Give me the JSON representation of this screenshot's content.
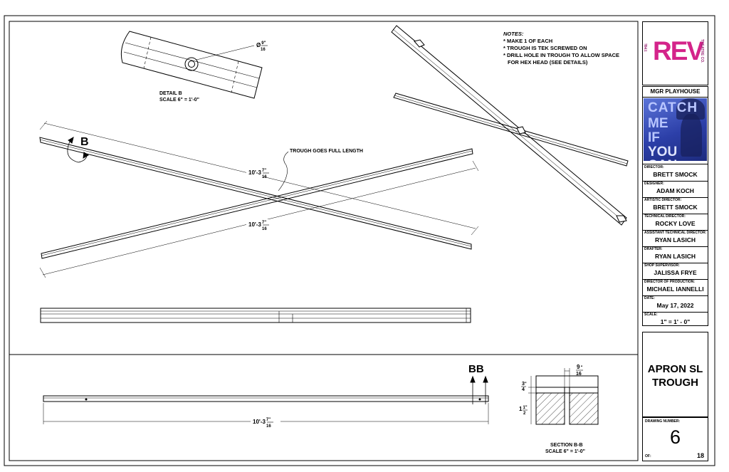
{
  "notes": {
    "heading": "NOTES:",
    "lines": [
      "* MAKE 1 OF EACH",
      "* TROUGH IS TEK SCREWED ON",
      "* DRILL HOLE IN TROUGH TO ALLOW SPACE",
      "FOR HEX HEAD (SEE DETAILS)"
    ]
  },
  "detail_b": {
    "title": "DETAIL B",
    "scale": "SCALE 6\" = 1'-0\"",
    "hole_dim_prefix": "Ø",
    "hole_dim_num": "9",
    "hole_dim_den": "16",
    "hole_dim_suffix": "\""
  },
  "plan_view": {
    "detail_callout": "B",
    "annotation": "TROUGH GOES FULL LENGTH",
    "dim_upper_whole": "10'-3",
    "dim_upper_num": "7",
    "dim_upper_den": "16",
    "dim_upper_suffix": "\"",
    "dim_lower_whole": "10'-3",
    "dim_lower_num": "7",
    "dim_lower_den": "16",
    "dim_lower_suffix": "\""
  },
  "elevation": {
    "section_marker": "BB",
    "dim_whole": "10'-3",
    "dim_num": "7",
    "dim_den": "16",
    "dim_suffix": "\""
  },
  "section_bb": {
    "title": "SECTION B-B",
    "scale": "SCALE 6\" = 1'-0\"",
    "dim_width_num": "9",
    "dim_width_den": "16",
    "dim_width_suffix": "\"",
    "dim_top_num": "3",
    "dim_top_den": "4",
    "dim_top_suffix": "\"",
    "dim_body_whole": "1",
    "dim_body_num": "1",
    "dim_body_den": "2",
    "dim_body_suffix": "\""
  },
  "title_block": {
    "logo": {
      "the": "THE",
      "rev": "REV",
      "co": "THEATRE CO."
    },
    "venue": "MGR PLAYHOUSE",
    "poster": {
      "line1": "CATCH",
      "line2": "ME",
      "line3": "IF",
      "line4": "YOU CAN"
    },
    "credits": [
      {
        "label": "DIRECTOR:",
        "value": "BRETT SMOCK"
      },
      {
        "label": "DESIGNER:",
        "value": "ADAM KOCH"
      },
      {
        "label": "ARTISTIC DIRECTOR:",
        "value": "BRETT SMOCK"
      },
      {
        "label": "TECHNICAL DIRECTOR:",
        "value": "ROCKY LOVE"
      },
      {
        "label": "ASSISTANT TECHNICAL DIRECTOR:",
        "value": "RYAN LASICH"
      },
      {
        "label": "DRAFTER:",
        "value": "RYAN LASICH"
      },
      {
        "label": "SHOP SUPERVISOR:",
        "value": "JALISSA FRYE"
      },
      {
        "label": "DIRECTOR OF PRODUCTION:",
        "value": "MICHAEL IANNELLI"
      },
      {
        "label": "DATE:",
        "value": "May 17, 2022"
      },
      {
        "label": "SCALE:",
        "value": "1\" = 1' - 0\""
      }
    ],
    "drawing_title_line1": "APRON SL",
    "drawing_title_line2": "TROUGH",
    "drawing_number_label": "DRAWING NUMBER:",
    "drawing_number": "6",
    "of_label": "OF:",
    "of_total": "18"
  }
}
